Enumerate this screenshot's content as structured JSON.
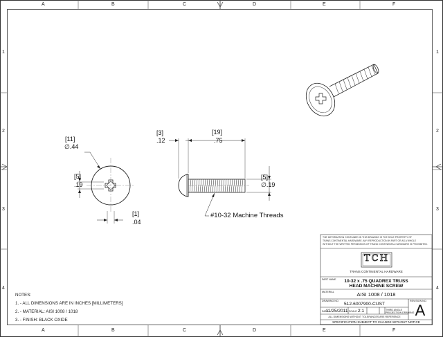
{
  "zones": {
    "columns": [
      "A",
      "B",
      "C",
      "D",
      "E",
      "F"
    ],
    "rows": [
      "1",
      "2",
      "3",
      "4"
    ]
  },
  "dimensions": {
    "head_dia_mm": "[11]",
    "head_dia_in": "∅.44",
    "slot_mm": "[5]",
    "slot_in": ".19",
    "head_ht_mm": "[1]",
    "head_ht_in": ".04",
    "head_len_mm": "[3]",
    "head_len_in": ".12",
    "length_mm": "[19]",
    "length_in": ".75",
    "shank_mm": "[5]",
    "shank_in": "∅.19",
    "thread_callout": "#10-32 Machine Threads"
  },
  "notes": {
    "heading": "NOTES:",
    "items": [
      "1. - ALL DIMENSIONS ARE IN INCHES [MILLIMETERS]",
      "2. - MATERIAL: AISI 1008 / 1018",
      "3. - FINISH: BLACK OXIDE"
    ]
  },
  "title_block": {
    "disclaimer": [
      "THE INFORMATION CONTAINED IN THIS DRAWING IS THE SOLE PROPERTY OF",
      "TRANS CONTINENTAL HARDWARE.  ANY REPRODUCTION IN PART OR AS A WHOLE",
      "WITHOUT THE WRITTEN PERMISSION OF TRANS CONTINENTAL HARDWARE IS PROHIBITED."
    ],
    "logo_text": "TCH",
    "company": "TRANS CONTINENTAL HARDWARE",
    "part_name_label": "PART NAME",
    "part_name_1": "10-32  x .75 QUADREX TRUSS",
    "part_name_2": "HEAD MACHINE SCREW",
    "material_label": "MATERIAL",
    "material": "AISI 1008 / 1018",
    "drawing_no_label": "DRAWING NO.",
    "drawing_no": "512-6007900-CUST",
    "date_label": "DATE",
    "date": "11/25/2011",
    "scale_label": "SCALE",
    "scale": "2:1",
    "projection_1": "THIRD ANGLE",
    "projection_2": "PROJECTION DRAWING",
    "revision_label": "REVISION NO.",
    "revision": "A",
    "dims_ref": "ALL DIMENSIONS WITHOUT TOLERANCES ARE REFERENCE",
    "spec_notice": "SPECIFICATION SUBJECT TO CHANGE WITHOUT NOTICE"
  }
}
